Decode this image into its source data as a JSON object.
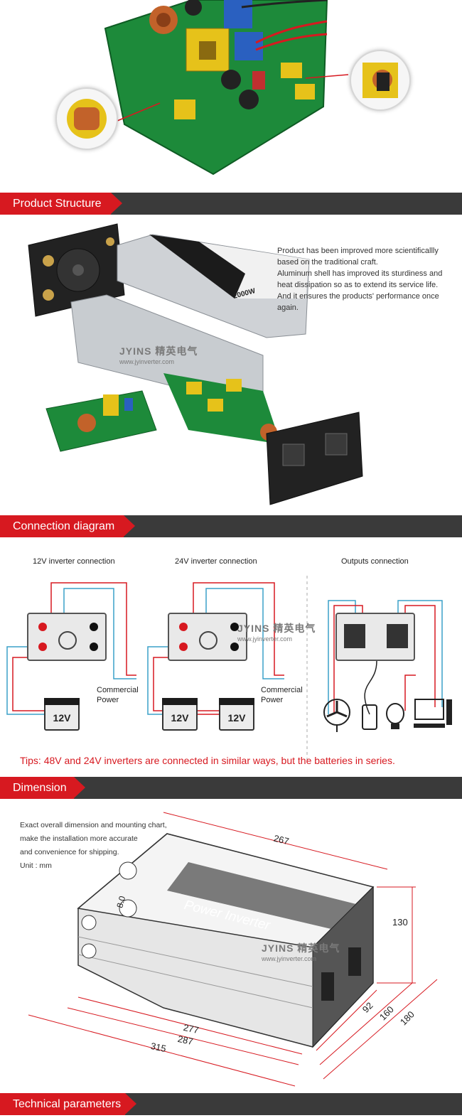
{
  "sections": {
    "structure": {
      "title": "Product Structure"
    },
    "connection": {
      "title": "Connection diagram"
    },
    "dimension": {
      "title": "Dimension"
    },
    "technical": {
      "title": "Technical parameters"
    }
  },
  "structure": {
    "description": [
      "Product has been improved more scientificallly",
      "based on the traditional craft.",
      "Aluminum shell has improved its sturdiness and",
      "heat dissipation so as to extend its service life.",
      "And it ensures the products' performance once",
      "again."
    ],
    "panel_text": "2000W"
  },
  "watermark": {
    "brand": "JYINS 精英电气",
    "url": "www.jyinverter.com"
  },
  "connection": {
    "label_12v": "12V inverter connection",
    "label_24v": "24V inverter connection",
    "label_outputs": "Outputs connection",
    "battery_12v": "12V",
    "commercial_power": [
      "Commercial",
      "Power"
    ],
    "tips": "Tips: 48V and 24V inverters are connected in similar ways, but the batteries in series."
  },
  "dimension": {
    "description": [
      "Exact overall dimension and mounting chart,",
      "make the installation more accurate",
      "and convenience for shipping.",
      "Unit : mm"
    ],
    "numbers": {
      "length_top": "267",
      "height": "130",
      "hole": "8.0",
      "w1": "92",
      "w2": "160",
      "w3": "180",
      "l1": "277",
      "l2": "287",
      "l3": "315"
    },
    "label_panel": "Power Inverter"
  },
  "colors": {
    "accent": "#d71920",
    "banner": "#3a3a3a",
    "pcb": "#1d8a3a",
    "wire_blue": "#3aa0c8",
    "wire_red": "#d71920"
  }
}
